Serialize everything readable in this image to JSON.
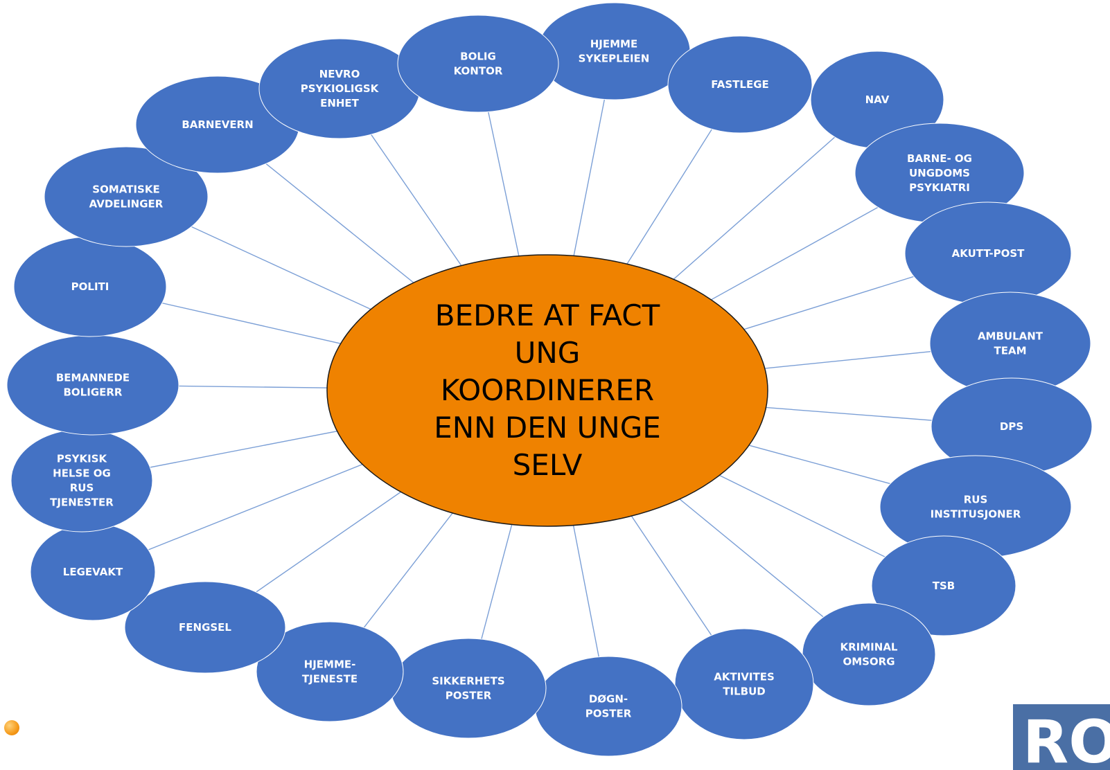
{
  "center": {
    "lines": [
      "BEDRE AT FACT",
      "UNG",
      "KOORDINERER",
      "ENN DEN UNGE",
      "SELV"
    ]
  },
  "nodes": [
    {
      "id": "hjemmesykepleien",
      "lines": [
        "HJEMME",
        "SYKEPLEIEN"
      ]
    },
    {
      "id": "fastlege",
      "lines": [
        "FASTLEGE"
      ]
    },
    {
      "id": "nav",
      "lines": [
        "NAV"
      ]
    },
    {
      "id": "barne-og-ungdoms-psykiatri",
      "lines": [
        "BARNE- OG",
        "UNGDOMS",
        "PSYKIATRI"
      ]
    },
    {
      "id": "akutt-post",
      "lines": [
        "AKUTT-POST"
      ]
    },
    {
      "id": "ambulant-team",
      "lines": [
        "AMBULANT",
        "TEAM"
      ]
    },
    {
      "id": "dps",
      "lines": [
        "DPS"
      ]
    },
    {
      "id": "rus-institusjoner",
      "lines": [
        "RUS",
        "INSTITUSJONER"
      ]
    },
    {
      "id": "tsb",
      "lines": [
        "TSB"
      ]
    },
    {
      "id": "kriminalomsorg",
      "lines": [
        "KRIMINAL",
        "OMSORG"
      ]
    },
    {
      "id": "aktivites-tilbud",
      "lines": [
        "AKTIVITES",
        "TILBUD"
      ]
    },
    {
      "id": "dogn-poster",
      "lines": [
        "DØGN-",
        "POSTER"
      ]
    },
    {
      "id": "sikkerhets-poster",
      "lines": [
        "SIKKERHETS",
        "POSTER"
      ]
    },
    {
      "id": "hjemme-tjeneste",
      "lines": [
        "HJEMME-",
        "TJENESTE"
      ]
    },
    {
      "id": "fengsel",
      "lines": [
        "FENGSEL"
      ]
    },
    {
      "id": "legevakt",
      "lines": [
        "LEGEVAKT"
      ]
    },
    {
      "id": "psykisk-helse-og-rus",
      "lines": [
        "PSYKISK",
        "HELSE OG",
        "RUS",
        "TJENESTER"
      ]
    },
    {
      "id": "bemannede-boliger",
      "lines": [
        "BEMANNEDE",
        "BOLIGERR"
      ]
    },
    {
      "id": "politi",
      "lines": [
        "POLITI"
      ]
    },
    {
      "id": "somatiske-avdelinger",
      "lines": [
        "SOMATISKE",
        "AVDELINGER"
      ]
    },
    {
      "id": "barnevern",
      "lines": [
        "BARNEVERN"
      ]
    },
    {
      "id": "nevropsykiologisk-enhet",
      "lines": [
        "NEVRO",
        "PSYKIOLIGSK",
        "ENHET"
      ]
    },
    {
      "id": "bolig-kontor",
      "lines": [
        "BOLIG",
        "KONTOR"
      ]
    }
  ],
  "colors": {
    "node": "#4472c4",
    "center": "#ef8200",
    "connector": "#7b9fd6",
    "node_text": "#ffffff"
  },
  "logo": {
    "text": "RO"
  }
}
